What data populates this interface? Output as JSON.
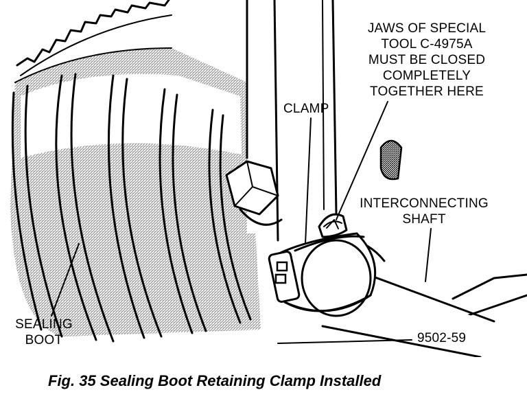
{
  "figure": {
    "caption": "Fig. 35 Sealing Boot Retaining Clamp Installed",
    "part_number": "9502-59"
  },
  "callouts": {
    "jaws": [
      "JAWS OF SPECIAL",
      "TOOL C-4975A",
      "MUST BE CLOSED",
      "COMPLETELY",
      "TOGETHER HERE"
    ],
    "clamp": "CLAMP",
    "shaft": [
      "INTERCONNECTING",
      "SHAFT"
    ],
    "boot": [
      "SEALING",
      "BOOT"
    ]
  },
  "colors": {
    "ink": "#000000",
    "paper": "#ffffff",
    "shade": "#8c8c8c"
  }
}
